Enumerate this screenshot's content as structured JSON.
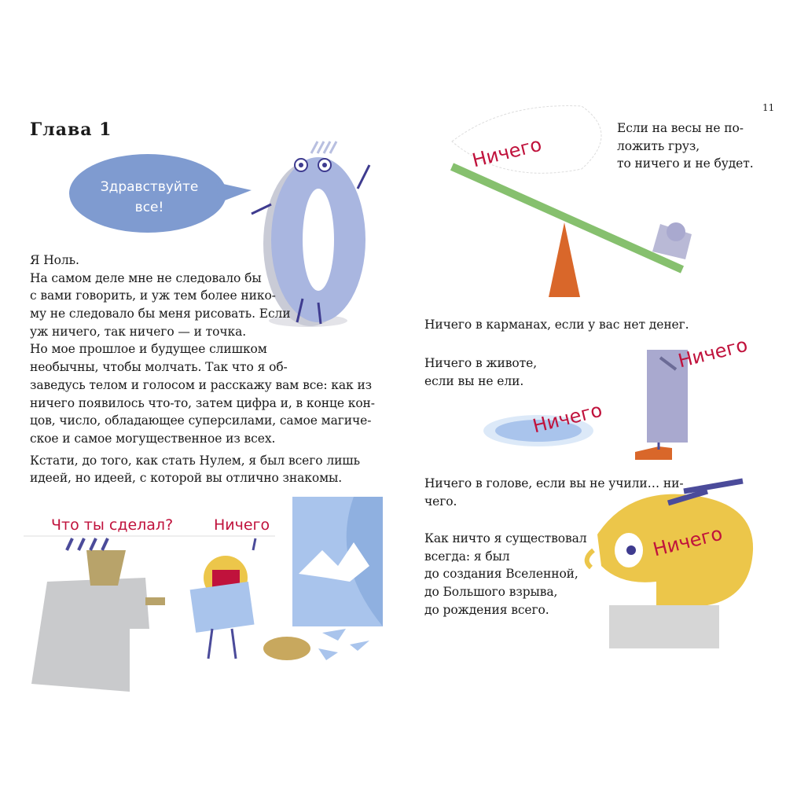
{
  "page_number": "11",
  "chapter_title": "Глава 1",
  "bubble_greeting": [
    "Здравствуйте",
    "все!"
  ],
  "left_paragraph_1": [
    "Я Ноль.",
    "На самом деле мне не следовало бы",
    "с вами говорить, и уж тем более нико-",
    "му не следовало бы меня рисовать. Если",
    "уж ничего, так ничего — и точка.",
    "Но мое прошлое и будущее слишком",
    "необычны, чтобы молчать. Так что я об-",
    "заведусь телом и голосом и расскажу вам все: как из",
    "ничего появилось что-то, затем цифра и, в конце кон-",
    "цов, число, обладающее суперсилами, самое магиче-",
    "ское и самое могущественное из всех."
  ],
  "left_paragraph_2": [
    "Кстати, до того, как стать Нулем, я был всего лишь",
    "идеей, но идеей, с которой вы отлично знакомы."
  ],
  "comic": {
    "question": "Что ты сделал?",
    "answer": "Ничего"
  },
  "scale_text": [
    "Если на весы не по-",
    "ложить груз,",
    "то ничего и не будет."
  ],
  "pockets_text": [
    "Ничего в карманах, если у вас нет денег."
  ],
  "belly_text": [
    "Ничего в животе,",
    "если вы не ели."
  ],
  "head_text": [
    "Ничего в голове, если вы не учили… ни-",
    "чего."
  ],
  "always_text": [
    "Как ничто я существовал",
    "всегда: я был",
    "до создания Вселенной,",
    "до Большого взрыва,",
    "до рождения всего."
  ],
  "handwritten_label": "Ничего",
  "colors": {
    "accent_red": "#c0123c",
    "zero_blue": "#a9b6e0",
    "bubble_blue": "#7f9bd0",
    "green": "#86c06e",
    "orange": "#d9672a",
    "yellow": "#ecc64a",
    "purple": "#4b4b9a"
  }
}
